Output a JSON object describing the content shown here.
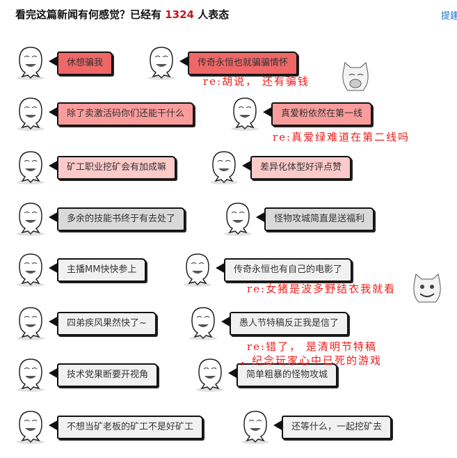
{
  "header": {
    "title_prefix": "看完这篇新闻有何感觉？已经有",
    "count": "1324",
    "title_suffix": "人表态",
    "link": "提建"
  },
  "colors": {
    "accent": "#c8161d",
    "note": "#f01a1a",
    "bubble_hot": "#ef6767",
    "bubble_warm": "#fb9c9c",
    "bubble_light": "#fdcaca",
    "bubble_gray": "#d9d9d9"
  },
  "reactions": [
    {
      "label": "休想骗我",
      "icon": "crying-laugh-face-icon"
    },
    {
      "label": "传奇永恒也就骗骗情怀",
      "icon": "crying-laugh-face-icon"
    },
    {
      "label": "除了卖激活码你们还能干什么",
      "icon": "crying-laugh-face-icon"
    },
    {
      "label": "真爱粉依然在第一线",
      "icon": "serious-face-icon"
    },
    {
      "label": "矿工职业挖矿会有加成嘛",
      "icon": "crying-laugh-face-icon"
    },
    {
      "label": "差异化体型好评点赞",
      "icon": "thinking-face-icon"
    },
    {
      "label": "多余的技能书终于有去处了",
      "icon": "grin-face-icon"
    },
    {
      "label": "怪物攻城简直是送福利",
      "icon": "grin-face-icon"
    },
    {
      "label": "主播MM快快参上",
      "icon": "smug-face-icon"
    },
    {
      "label": "传奇永恒也有自己的电影了",
      "icon": "blushing-face-icon"
    },
    {
      "label": "四弟疾风果然快了~",
      "icon": "laughing-face-icon"
    },
    {
      "label": "愚人节特稿反正我是信了",
      "icon": "buck-teeth-face-icon"
    },
    {
      "label": "技术党果断要开视角",
      "icon": "thinking-face-icon"
    },
    {
      "label": "简单粗暴的怪物攻城",
      "icon": "grin-face-icon"
    },
    {
      "label": "不想当矿老板的矿工不是好矿工",
      "icon": "laughing-face-icon"
    },
    {
      "label": "还等什么，一起挖矿去",
      "icon": "calm-face-icon"
    }
  ],
  "notes": [
    "re:胡说， 还有骗钱",
    "re:真爱绿难道在第二线吗",
    "re:女猪是波多野结衣我就看",
    "re:错了， 是清明节特稿",
    "，纪念玩家心中已死的游戏"
  ]
}
